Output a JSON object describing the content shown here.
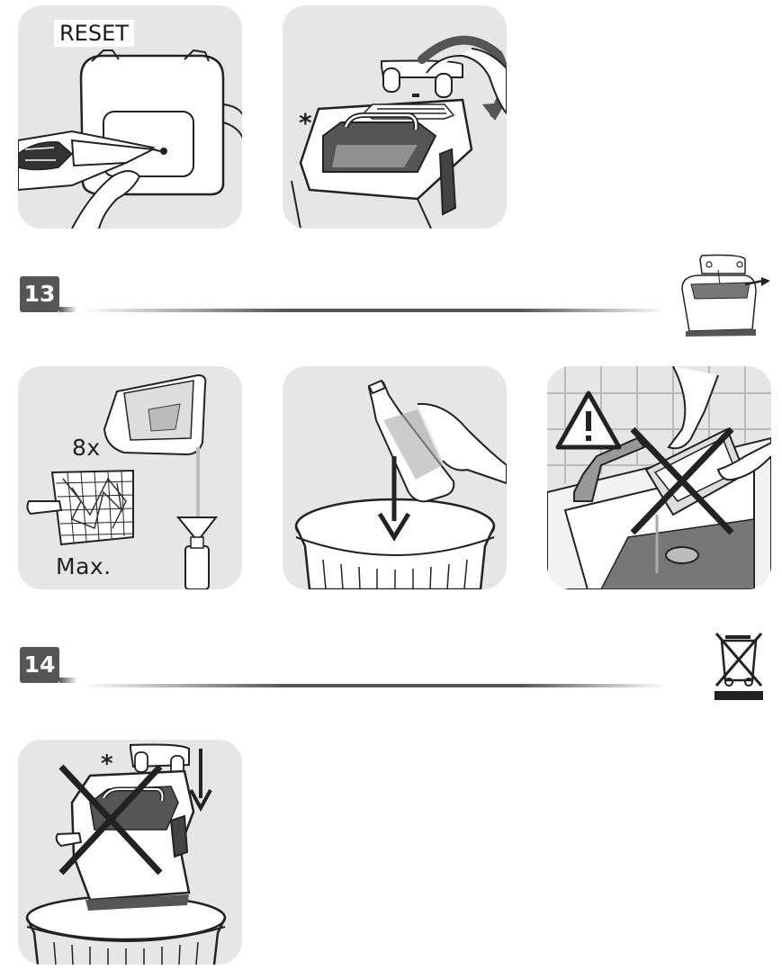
{
  "panels": {
    "reset": {
      "label": "RESET"
    },
    "drain": {
      "count_label": "8x",
      "max_label": "Max."
    },
    "store": {
      "asterisk": "*"
    },
    "oil_lid": {
      "asterisk": "*"
    }
  },
  "steps": [
    {
      "number": "13"
    },
    {
      "number": "14"
    }
  ],
  "colors": {
    "panel_bg": "#e6e6e6",
    "badge_bg": "#555555",
    "line": "#555555",
    "ink": "#1a1a1a"
  },
  "icons": {
    "step13_side": "fryer-remove-basket-icon",
    "step14_side": "weee-crossed-bin-icon"
  }
}
